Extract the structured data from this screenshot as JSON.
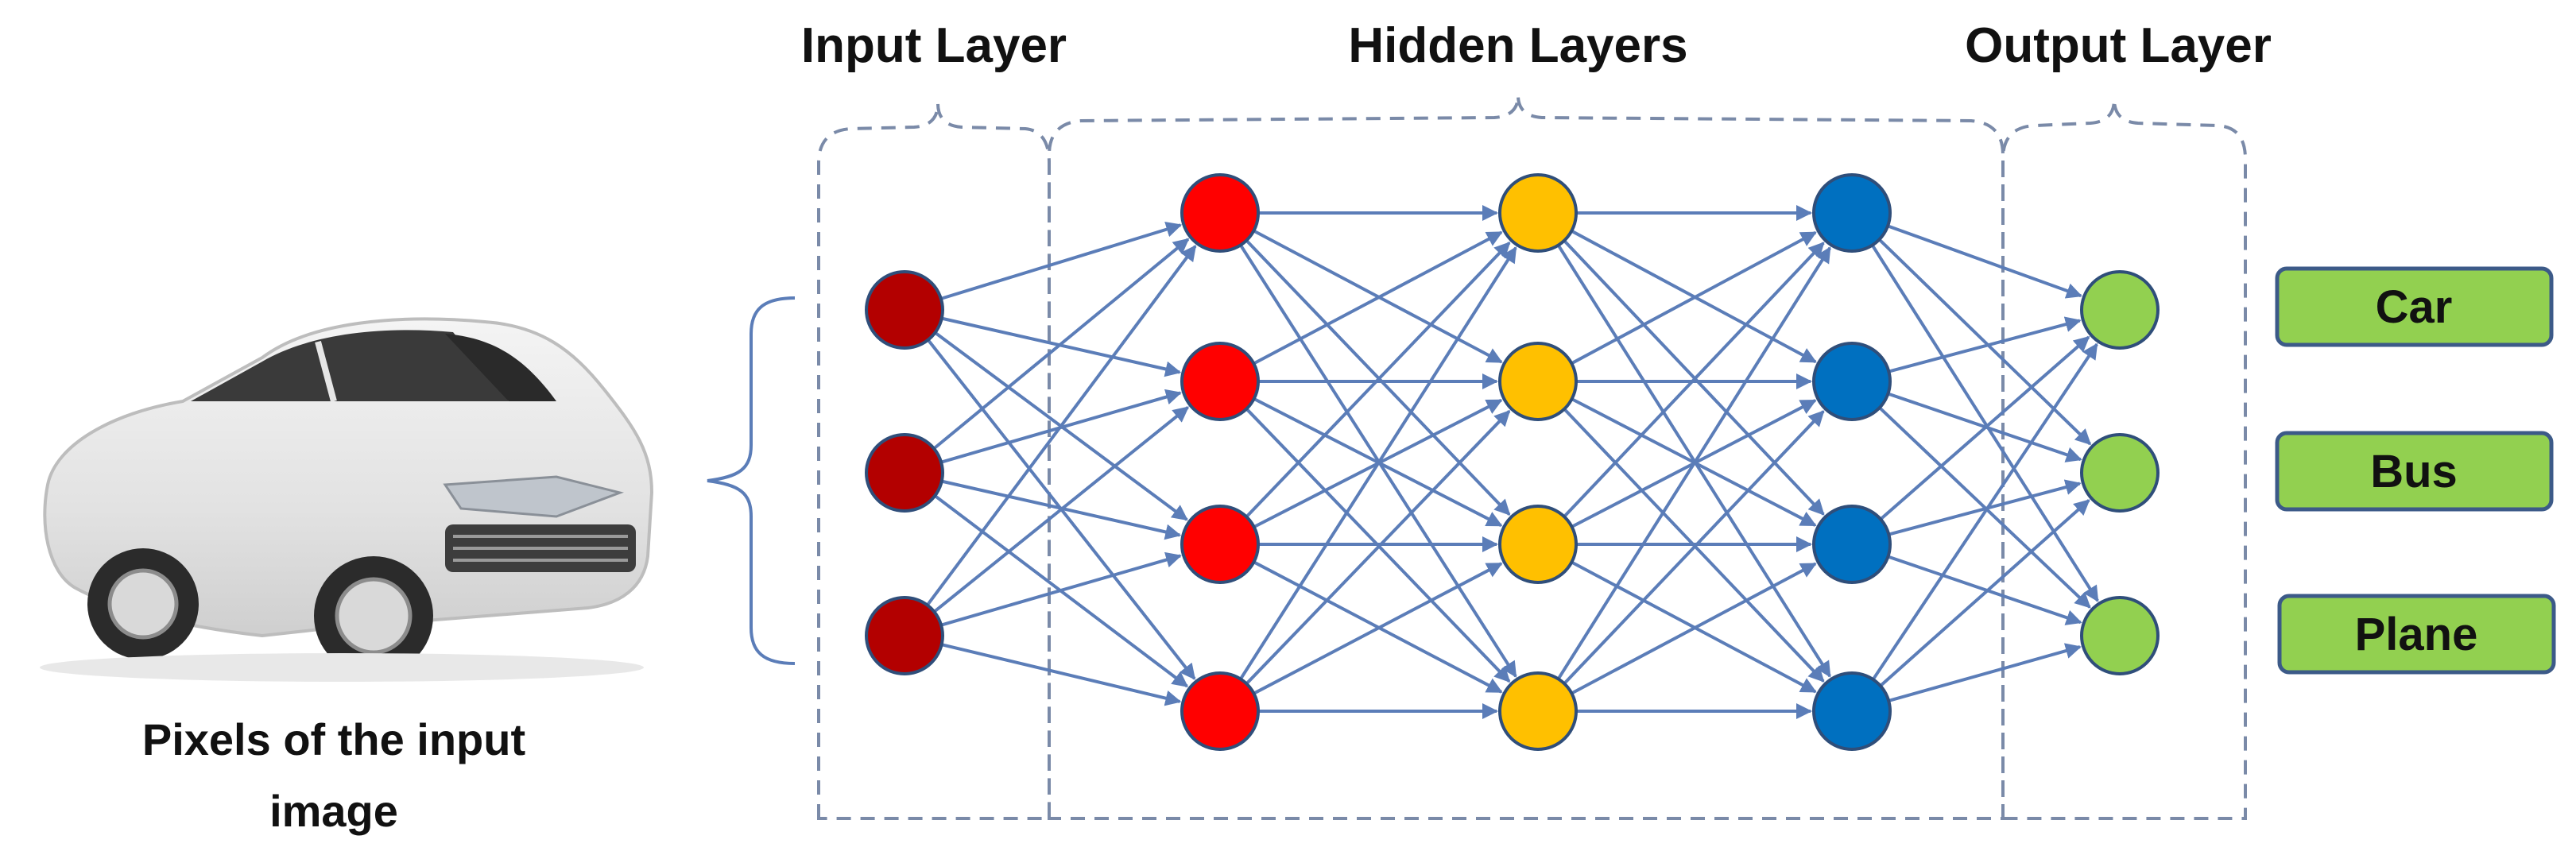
{
  "layer_titles": {
    "input": "Input Layer",
    "hidden": "Hidden Layers",
    "output": "Output Layer"
  },
  "caption": {
    "line1": "Pixels of the input",
    "line2": "image"
  },
  "input_image": {
    "subject": "white sedan car",
    "icon": "car-photo"
  },
  "outputs": [
    {
      "label": "Car"
    },
    {
      "label": "Bus"
    },
    {
      "label": "Plane"
    }
  ],
  "layers": [
    {
      "role": "input",
      "nodes": 3,
      "color": "#B30000"
    },
    {
      "role": "hidden",
      "nodes": 4,
      "color": "#FF0000"
    },
    {
      "role": "hidden",
      "nodes": 4,
      "color": "#FFC000"
    },
    {
      "role": "hidden",
      "nodes": 4,
      "color": "#0070C0"
    },
    {
      "role": "output",
      "nodes": 3,
      "color": "#92D050"
    }
  ],
  "colors": {
    "edge": "#5B7DB8",
    "node_stroke": "#2F4E7A",
    "dashed_box": "#7A8AA8",
    "output_box_fill": "#92D050",
    "output_box_stroke": "#3C5A88",
    "brace": "#5B7DB8"
  }
}
